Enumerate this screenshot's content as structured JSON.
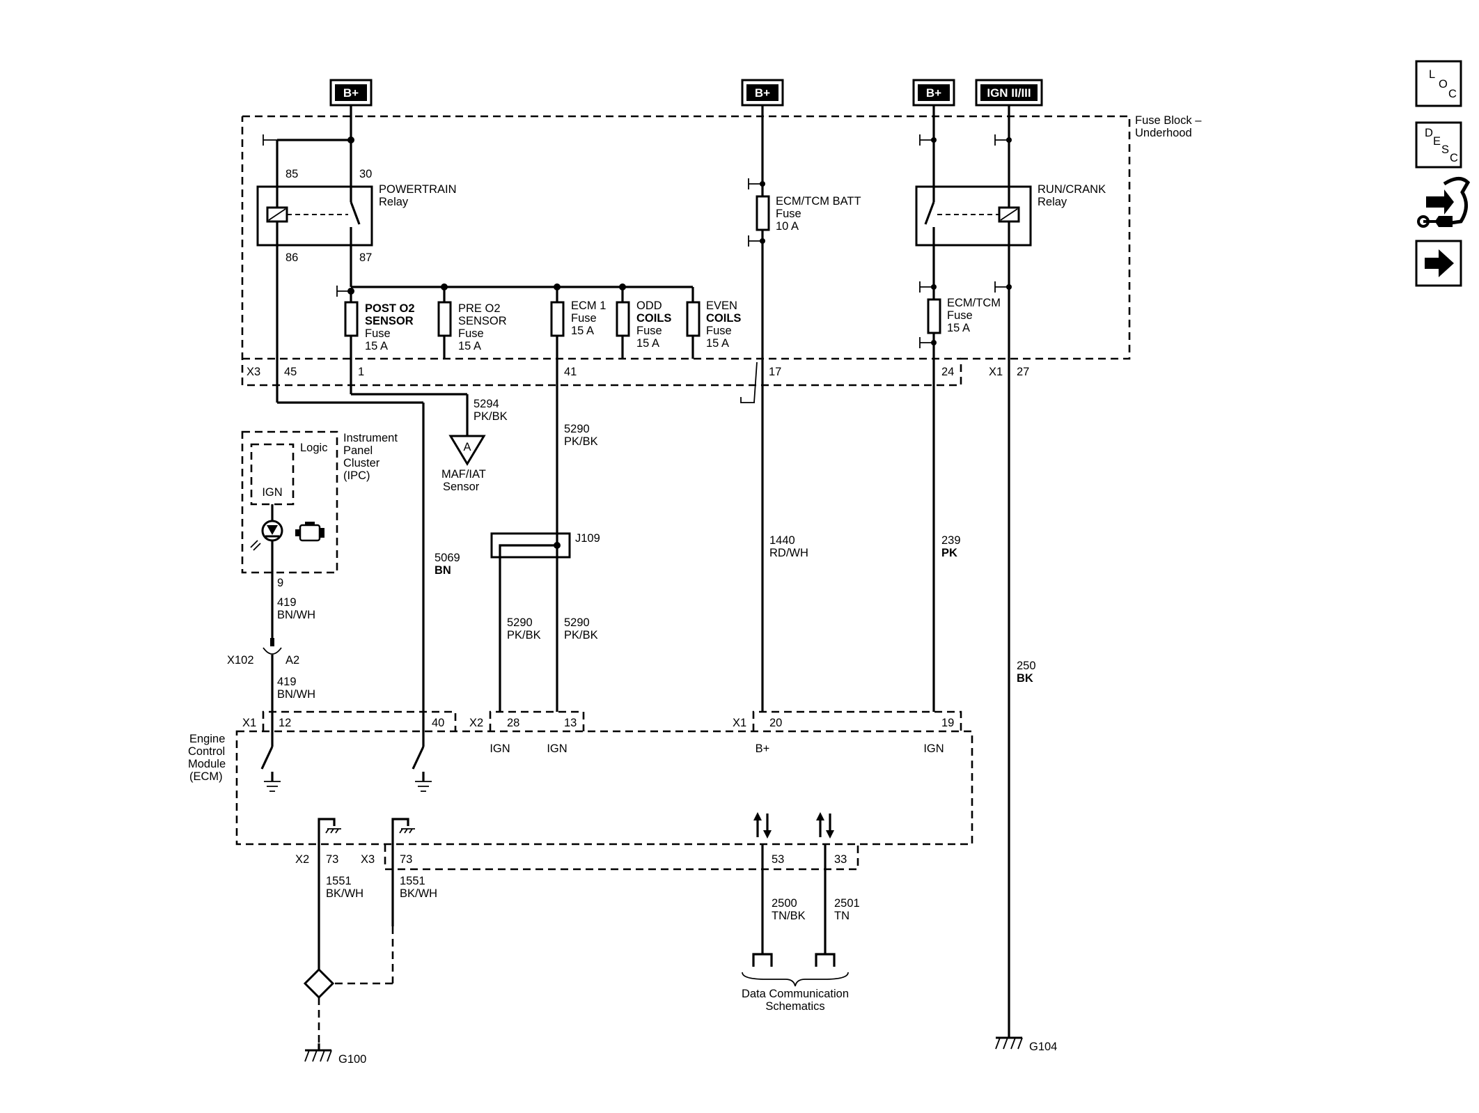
{
  "sources": {
    "b_plus_1": "B+",
    "b_plus_2": "B+",
    "b_plus_3": "B+",
    "ign": "IGN II/III"
  },
  "fuse_block": {
    "line1": "Fuse Block –",
    "line2": "Underhood"
  },
  "powertrain_relay": {
    "line1": "POWERTRAIN",
    "line2": "Relay",
    "pin85": "85",
    "pin30": "30",
    "pin86": "86",
    "pin87": "87"
  },
  "run_crank_relay": {
    "line1": "RUN/CRANK",
    "line2": "Relay"
  },
  "fuses": {
    "post_o2": {
      "l1": "POST O2",
      "l2": "SENSOR",
      "l3": "Fuse",
      "l4": "15 A"
    },
    "pre_o2": {
      "l1": "PRE O2",
      "l2": "SENSOR",
      "l3": "Fuse",
      "l4": "15 A"
    },
    "ecm1": {
      "l1": "ECM 1",
      "l2": "Fuse",
      "l3": "15 A"
    },
    "odd": {
      "l1": "ODD",
      "l2": "COILS",
      "l3": "Fuse",
      "l4": "15 A"
    },
    "even": {
      "l1": "EVEN",
      "l2": "COILS",
      "l3": "Fuse",
      "l4": "15 A"
    },
    "ecm_tcm_batt": {
      "l1": "ECM/TCM BATT",
      "l2": "Fuse",
      "l3": "10 A"
    },
    "ecm_tcm": {
      "l1": "ECM/TCM",
      "l2": "Fuse",
      "l3": "15 A"
    }
  },
  "connectors": {
    "x3_top": "X3",
    "p45": "45",
    "p1": "1",
    "p41": "41",
    "p17": "17",
    "p24": "24",
    "x1_top": "X1",
    "p27": "27",
    "x102": "X102",
    "a2": "A2",
    "x1_ecm": "X1",
    "p12": "12",
    "p40": "40",
    "x2_ecm": "X2",
    "p28": "28",
    "p13": "13",
    "x1_ecm_b": "X1",
    "p20": "20",
    "p19": "19",
    "x2_bot": "X2",
    "p73a": "73",
    "x3_bot": "X3",
    "p73b": "73",
    "p53": "53",
    "p33": "33",
    "p9": "9"
  },
  "wires": {
    "w5294": {
      "num": "5294",
      "color": "PK/BK"
    },
    "w5290a": {
      "num": "5290",
      "color": "PK/BK"
    },
    "w5290b": {
      "num": "5290",
      "color": "PK/BK"
    },
    "w5290c": {
      "num": "5290",
      "color": "PK/BK"
    },
    "w5069": {
      "num": "5069",
      "color": "BN"
    },
    "w419a": {
      "num": "419",
      "color": "BN/WH"
    },
    "w419b": {
      "num": "419",
      "color": "BN/WH"
    },
    "w1440": {
      "num": "1440",
      "color": "RD/WH"
    },
    "w239": {
      "num": "239",
      "color": "PK"
    },
    "w250": {
      "num": "250",
      "color": "BK"
    },
    "w1551a": {
      "num": "1551",
      "color": "BK/WH"
    },
    "w1551b": {
      "num": "1551",
      "color": "BK/WH"
    },
    "w2500": {
      "num": "2500",
      "color": "TN/BK"
    },
    "w2501": {
      "num": "2501",
      "color": "TN"
    }
  },
  "components": {
    "maf_marker": "A",
    "maf_l1": "MAF/IAT",
    "maf_l2": "Sensor",
    "ipc_l1": "Instrument",
    "ipc_l2": "Panel",
    "ipc_l3": "Cluster",
    "ipc_l4": "(IPC)",
    "ipc_logic": "Logic",
    "ipc_ign": "IGN",
    "splice": "J109",
    "ecm_l1": "Engine",
    "ecm_l2": "Control",
    "ecm_l3": "Module",
    "ecm_l4": "(ECM)",
    "ecm_ign1": "IGN",
    "ecm_ign2": "IGN",
    "ecm_bplus": "B+",
    "ecm_ign3": "IGN",
    "dcs_l1": "Data Communication",
    "dcs_l2": "Schematics",
    "g100": "G100",
    "g104": "G104"
  },
  "nav": {
    "loc": {
      "a": "L",
      "b": "O",
      "c": "C"
    },
    "desc": {
      "a": "D",
      "b": "E",
      "c": "S",
      "d": "C"
    }
  }
}
